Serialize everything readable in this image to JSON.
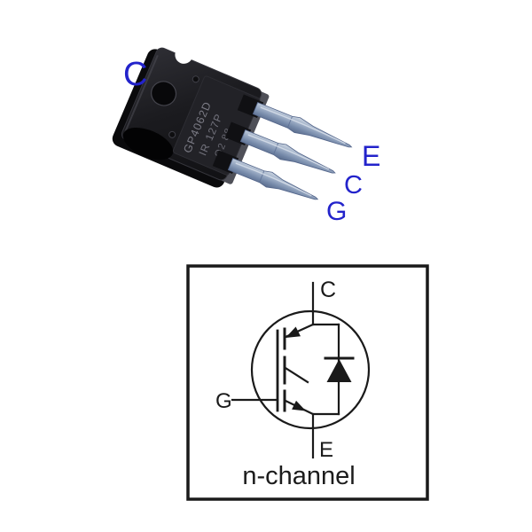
{
  "photo": {
    "labels": {
      "tab": "C",
      "emitter": "E",
      "collector": "C",
      "gate": "G"
    },
    "marking": {
      "line1": "GP4062D",
      "line2": "IR 127P",
      "line3": "Q2 88"
    },
    "label_color": "#2323cb"
  },
  "schematic": {
    "labels": {
      "collector": "C",
      "gate": "G",
      "emitter": "E"
    },
    "caption": "n-channel",
    "line_color": "#1a1a1a"
  }
}
